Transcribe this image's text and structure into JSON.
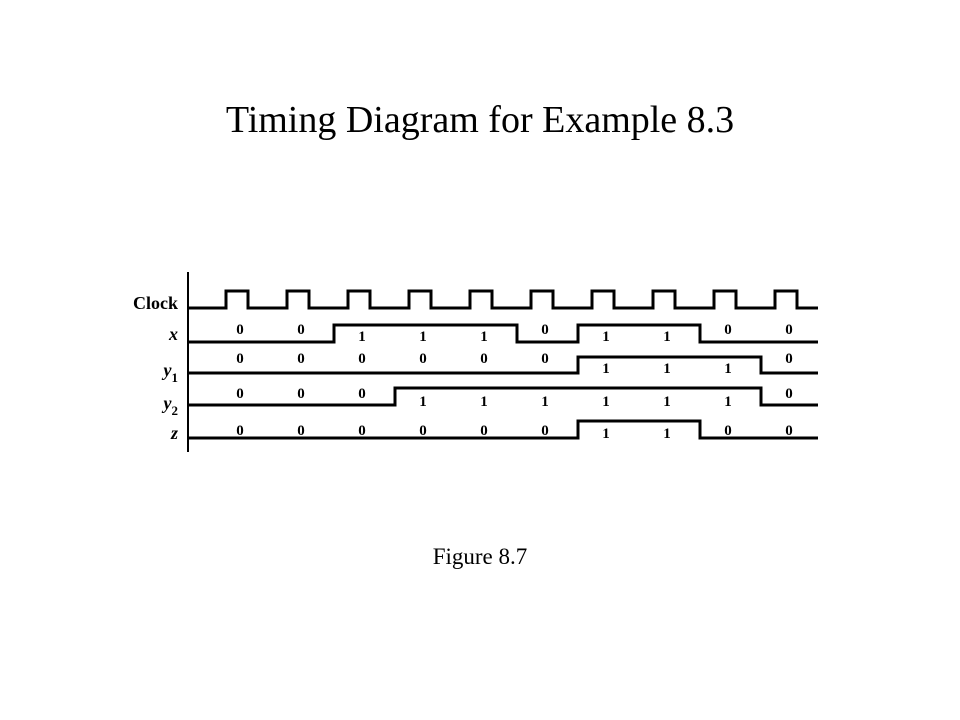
{
  "title": "Timing Diagram for Example 8.3",
  "caption": "Figure 8.7",
  "signals": [
    {
      "id": "clock",
      "name": "Clock",
      "subscript": "",
      "italic": false,
      "waveform": "clock",
      "clock_cycles": 10
    },
    {
      "id": "x",
      "name": "x",
      "subscript": "",
      "italic": true,
      "values": [
        0,
        0,
        1,
        1,
        1,
        0,
        1,
        1,
        0,
        0
      ],
      "labels": [
        "0",
        "0",
        "1",
        "1",
        "1",
        "0",
        "1",
        "1",
        "0",
        "0"
      ]
    },
    {
      "id": "y1",
      "name": "y",
      "subscript": "1",
      "italic": true,
      "values": [
        0,
        0,
        0,
        0,
        0,
        0,
        1,
        1,
        1,
        0
      ],
      "labels": [
        "0",
        "0",
        "0",
        "0",
        "0",
        "0",
        "1",
        "1",
        "1",
        "0"
      ]
    },
    {
      "id": "y2",
      "name": "y",
      "subscript": "2",
      "italic": true,
      "values": [
        0,
        0,
        0,
        1,
        1,
        1,
        1,
        1,
        1,
        0
      ],
      "labels": [
        "0",
        "0",
        "0",
        "1",
        "1",
        "1",
        "1",
        "1",
        "1",
        "0"
      ]
    },
    {
      "id": "z",
      "name": "z",
      "subscript": "",
      "italic": true,
      "values": [
        0,
        0,
        0,
        0,
        0,
        0,
        1,
        1,
        0,
        0
      ],
      "labels": [
        "0",
        "0",
        "0",
        "0",
        "0",
        "0",
        "1",
        "1",
        "0",
        "0"
      ]
    }
  ]
}
